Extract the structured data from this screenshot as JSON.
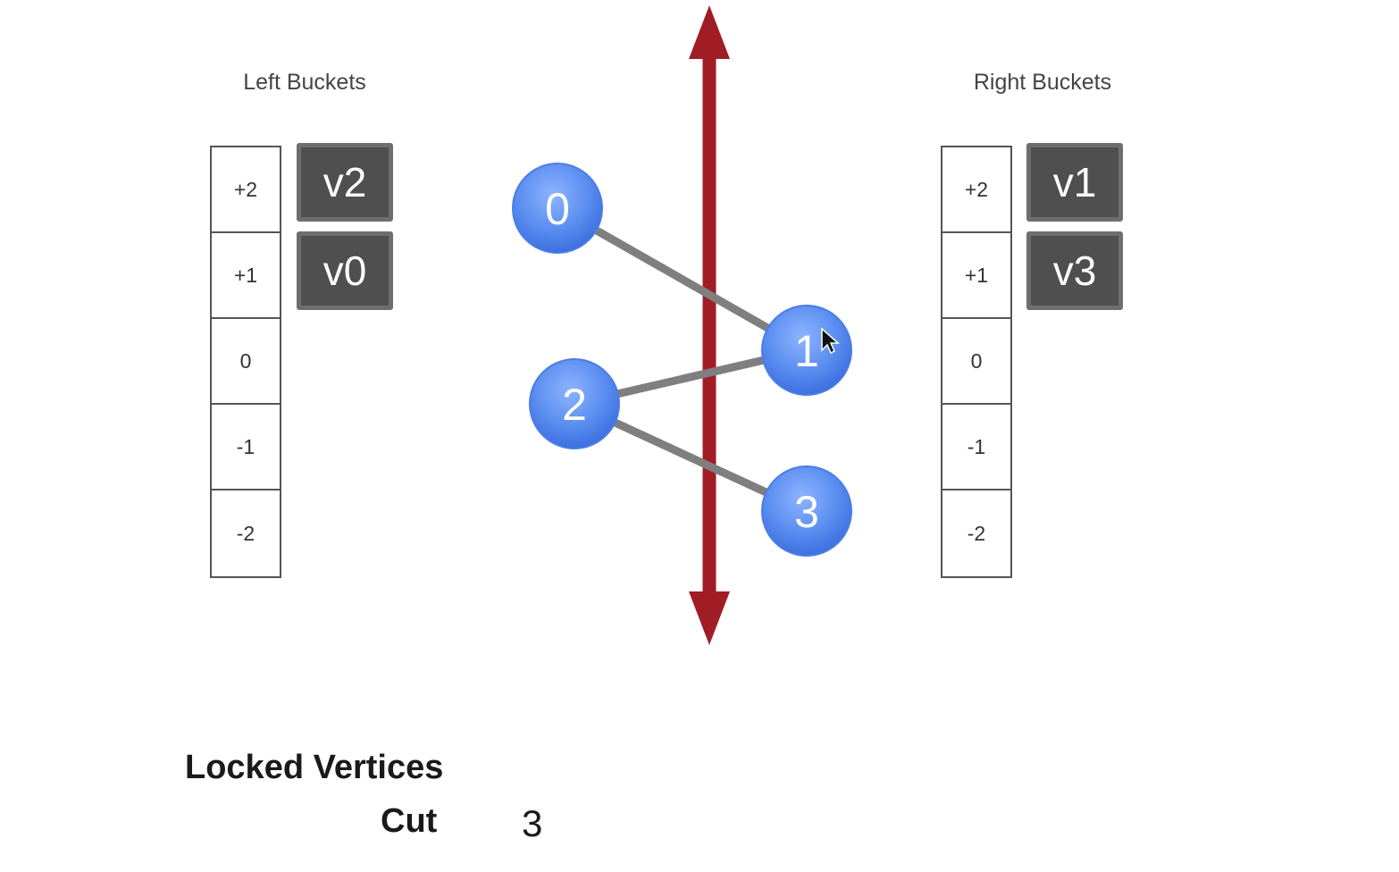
{
  "left_buckets": {
    "title": "Left Buckets",
    "cells": [
      "+2",
      "+1",
      "0",
      "-1",
      "-2"
    ],
    "vertices": [
      "v2",
      "v0"
    ]
  },
  "right_buckets": {
    "title": "Right Buckets",
    "cells": [
      "+2",
      "+1",
      "0",
      "-1",
      "-2"
    ],
    "vertices": [
      "v1",
      "v3"
    ]
  },
  "graph": {
    "nodes": [
      "0",
      "1",
      "2",
      "3"
    ],
    "edges": [
      [
        "0",
        "1"
      ],
      [
        "2",
        "1"
      ],
      [
        "2",
        "3"
      ]
    ],
    "node_color": "#5b8ef0",
    "edge_color": "#7f7f7f",
    "partition_line_color": "#a11d26"
  },
  "locked_vertices": {
    "title": "Locked Vertices"
  },
  "cut": {
    "label": "Cut",
    "value": "3"
  }
}
